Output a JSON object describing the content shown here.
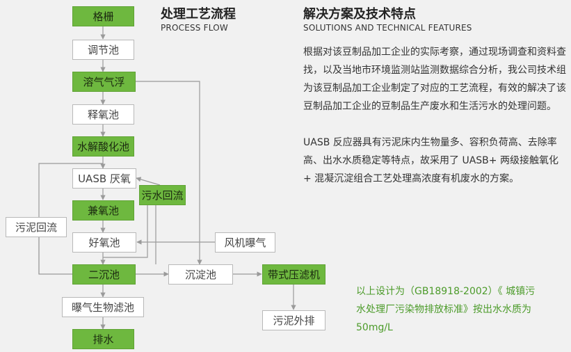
{
  "flow": {
    "boxes": {
      "grille": "格栅",
      "equalization": "调节池",
      "flotation": "溶气气浮",
      "ozone": "释氧池",
      "hydrolysis": "水解酸化池",
      "uasb": "UASB 厌氧",
      "sewage_return": "污水回流",
      "anoxic": "兼氧池",
      "aerobic": "好氧池",
      "sludge_return": "污泥回流",
      "blower": "风机曝气",
      "secondary": "二沉池",
      "sedimentation": "沉淀池",
      "belt_press": "带式压滤机",
      "biofilter": "曝气生物滤池",
      "sludge_out": "污泥外排",
      "discharge": "排水"
    }
  },
  "process_heading": {
    "title": "处理工艺流程",
    "subtitle": "PROCESS FLOW"
  },
  "solutions": {
    "title": "解决方案及技术特点",
    "subtitle": "SOLUTIONS AND TECHNICAL FEATURES",
    "paragraph1": "根据对该豆制品加工企业的实际考察，通过现场调查和资料查找，以及当地市环境监测站监测数据综合分析，我公司技术组为该豆制品加工企业制定了对应的工艺流程，有效的解决了该豆制品加工企业的豆制品生产废水和生活污水的处理问题。",
    "paragraph2": "UASB 反应器具有污泥床内生物量多、容积负荷高、去除率高、出水水质稳定等特点，故采用了 UASB+ 两级接触氧化 + 混凝沉淀组合工艺处理高浓度有机废水的方案。",
    "note": "以上设计为（GB18918-2002）《 城镇污水处理厂污染物排放标准》按出水水质为 50mg/L"
  },
  "colors": {
    "green_box": "#6eb83f",
    "note_text": "#4c9b2a",
    "line": "#9a9a9a",
    "background": "#f1f1f1"
  }
}
